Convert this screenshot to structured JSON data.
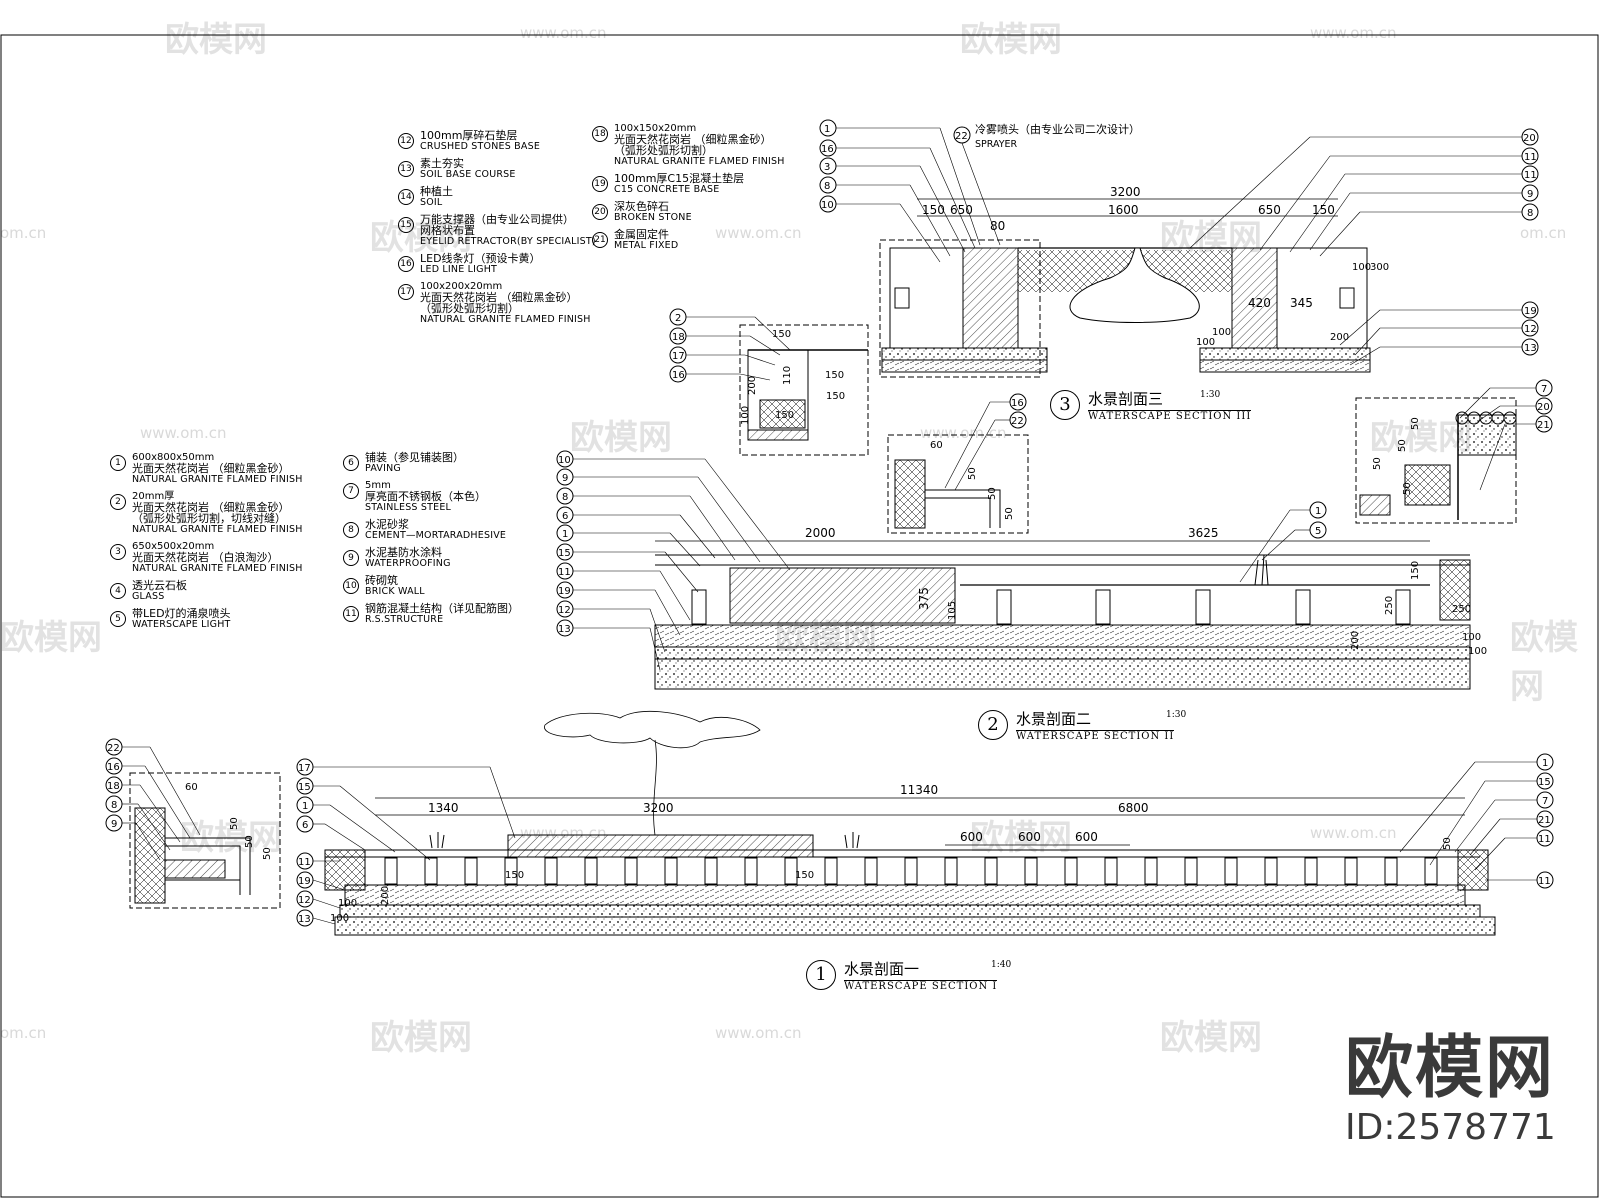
{
  "legend_top_left": [
    {
      "num": "12",
      "pre": "",
      "cn": "100mm厚碎石垫层",
      "en": "CRUSHED STONES BASE"
    },
    {
      "num": "13",
      "pre": "",
      "cn": "素土夯实",
      "en": "SOIL BASE COURSE"
    },
    {
      "num": "14",
      "pre": "",
      "cn": "种植土",
      "en": "SOIL"
    },
    {
      "num": "15",
      "pre": "",
      "cn": "万能支撑器（由专业公司提供）\n网格状布置",
      "en": "EYELID RETRACTOR(BY SPECIALIST)"
    },
    {
      "num": "16",
      "pre": "",
      "cn": "LED线条灯（预设卡黄）",
      "en": "LED LINE LIGHT"
    },
    {
      "num": "17",
      "pre": "100x200x20mm",
      "cn": "光面天然花岗岩 （细粒黑金砂）\n（弧形处弧形切割）",
      "en": "NATURAL GRANITE FLAMED FINISH"
    }
  ],
  "legend_top_mid": [
    {
      "num": "18",
      "pre": "100x150x20mm",
      "cn": "光面天然花岗岩 （细粒黑金砂）\n（弧形处弧形切割）",
      "en": "NATURAL GRANITE FLAMED FINISH"
    },
    {
      "num": "19",
      "pre": "",
      "cn": "100mm厚C15混凝土垫层",
      "en": "C15 CONCRETE BASE"
    },
    {
      "num": "20",
      "pre": "",
      "cn": "深灰色碎石",
      "en": "BROKEN STONE"
    },
    {
      "num": "21",
      "pre": "",
      "cn": "金属固定件",
      "en": "METAL FIXED"
    }
  ],
  "legend_sprayer": {
    "num": "22",
    "cn": "冷雾喷头（由专业公司二次设计）",
    "en": "SPRAYER"
  },
  "legend_left": [
    {
      "num": "1",
      "pre": "600x800x50mm",
      "cn": "光面天然花岗岩 （细粒黑金砂）",
      "en": "NATURAL GRANITE FLAMED FINISH"
    },
    {
      "num": "2",
      "pre": "20mm厚",
      "cn": "光面天然花岗岩 （细粒黑金砂）\n（弧形处弧形切割，切线对缝）",
      "en": "NATURAL GRANITE FLAMED FINISH"
    },
    {
      "num": "3",
      "pre": "650x500x20mm",
      "cn": "光面天然花岗岩 （白浪淘沙）",
      "en": "NATURAL GRANITE FLAMED FINISH"
    },
    {
      "num": "4",
      "pre": "",
      "cn": "透光云石板",
      "en": "GLASS"
    },
    {
      "num": "5",
      "pre": "",
      "cn": "带LED灯的涌泉喷头",
      "en": "WATERSCAPE LIGHT"
    }
  ],
  "legend_right": [
    {
      "num": "6",
      "pre": "",
      "cn": "铺装（参见铺装图）",
      "en": "PAVING"
    },
    {
      "num": "7",
      "pre": "5mm",
      "cn": "厚亮面不锈钢板（本色）",
      "en": "STAINLESS STEEL"
    },
    {
      "num": "8",
      "pre": "",
      "cn": "水泥砂浆",
      "en": "CEMENT—MORTARADHESIVE"
    },
    {
      "num": "9",
      "pre": "",
      "cn": "水泥基防水涂料",
      "en": "WATERPROOFING"
    },
    {
      "num": "10",
      "pre": "",
      "cn": "砖砌筑",
      "en": "BRICK WALL"
    },
    {
      "num": "11",
      "pre": "",
      "cn": "钢筋混凝土结构（详见配筋图）",
      "en": "R.S.STRUCTURE"
    }
  ],
  "sections": {
    "s1": {
      "num": "1",
      "cn": "水景剖面一",
      "en": "WATERSCAPE SECTION I",
      "scale": "1:40"
    },
    "s2": {
      "num": "2",
      "cn": "水景剖面二",
      "en": "WATERSCAPE SECTION II",
      "scale": "1:30"
    },
    "s3": {
      "num": "3",
      "cn": "水景剖面三",
      "en": "WATERSCAPE SECTION III",
      "scale": "1:30"
    }
  },
  "dims_s3": {
    "total": "3200",
    "a": "150",
    "b": "650",
    "c": "80",
    "d": "1600",
    "e": "650",
    "f": "150",
    "g": "420",
    "h": "345",
    "i": "300",
    "j": "100",
    "k": "100",
    "l": "200",
    "m": "100"
  },
  "dims_s2": {
    "a": "2000",
    "b": "3625",
    "c": "375",
    "d": "105",
    "e": "150",
    "f": "250",
    "g": "250",
    "h": "200",
    "i": "100",
    "j": "100"
  },
  "dims_s1": {
    "total": "11340",
    "a": "1340",
    "b": "3200",
    "c": "6800",
    "d": "600",
    "e": "600",
    "f": "600",
    "g": "150",
    "h": "150",
    "i": "100",
    "j": "100",
    "k": "200",
    "l": "50"
  },
  "dims_detail_a": {
    "a": "150",
    "b": "110",
    "c": "150",
    "d": "150",
    "e": "200",
    "f": "100",
    "g": "150"
  },
  "dims_detail_b": {
    "a": "60",
    "b": "50",
    "c": "50",
    "d": "50"
  },
  "dims_detail_c": {
    "a": "50",
    "b": "50",
    "c": "50",
    "d": "50"
  },
  "dims_detail_d": {
    "a": "60",
    "b": "50",
    "c": "50",
    "d": "50"
  },
  "callouts_s3_left": [
    "1",
    "16",
    "3",
    "8",
    "10"
  ],
  "callouts_s3_right": [
    "20",
    "11",
    "11",
    "9",
    "8"
  ],
  "callouts_s3_right_low": [
    "19",
    "12",
    "13"
  ],
  "callouts_detail_a": [
    "2",
    "18",
    "17",
    "16"
  ],
  "callouts_detail_b": [
    "16",
    "22"
  ],
  "callouts_detail_c": [
    "7",
    "20",
    "21"
  ],
  "callouts_s2_left": [
    "10",
    "9",
    "8",
    "6",
    "1",
    "15",
    "11",
    "19",
    "12",
    "13"
  ],
  "callouts_s2_mid": [
    "1",
    "5"
  ],
  "callouts_s1_left": [
    "22",
    "16",
    "18",
    "8",
    "9"
  ],
  "callouts_s1_left2": [
    "17",
    "15",
    "1",
    "6"
  ],
  "callouts_s1_left3": [
    "11",
    "19",
    "12",
    "13"
  ],
  "callouts_s1_right": [
    "1",
    "15",
    "7",
    "21",
    "11",
    "11"
  ],
  "watermark_cn": "欧模网",
  "watermark_url": "www.om.cn",
  "watermark_url_short": "om.cn",
  "brand": {
    "name": "欧模网",
    "id": "ID:2578771"
  }
}
